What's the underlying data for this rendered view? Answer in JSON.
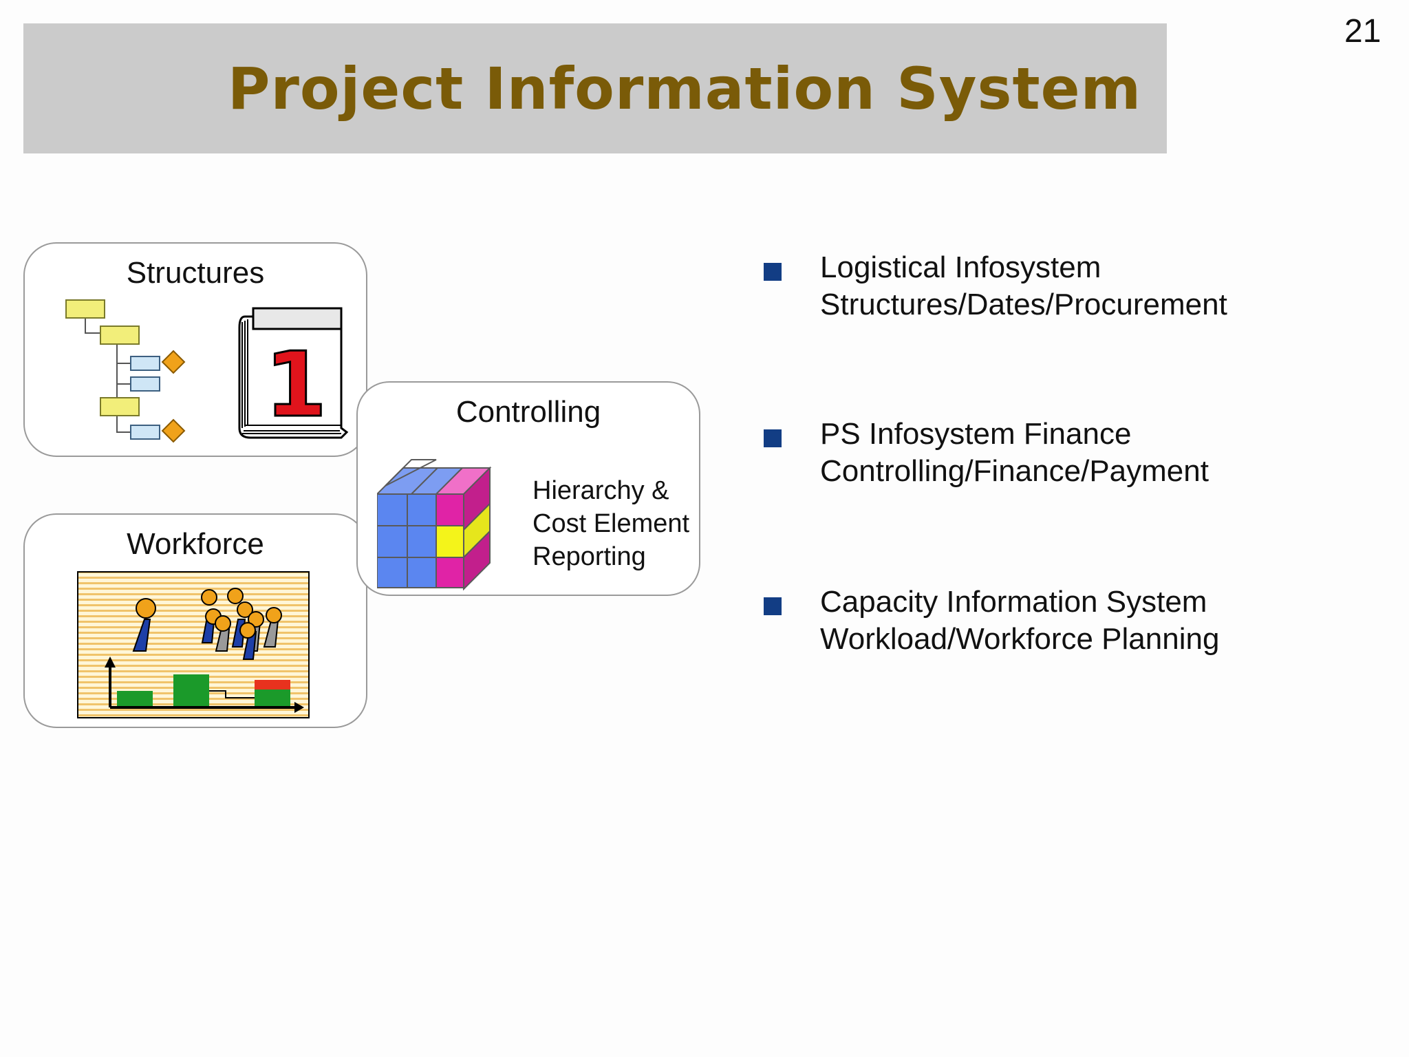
{
  "slide": {
    "title": "Project Information System",
    "page_number": "21"
  },
  "panels": {
    "structures": {
      "title": "Structures",
      "calendar_digit": "1"
    },
    "workforce": {
      "title": "Workforce"
    },
    "controlling": {
      "title": "Controlling",
      "caption_lines": [
        "Hierarchy &",
        "Cost Element",
        "Reporting"
      ]
    }
  },
  "icons": {
    "structures": [
      "hierarchy-tree-icon",
      "calendar-icon"
    ],
    "workforce": [
      "capacity-chart-icon"
    ],
    "controlling": [
      "data-cube-icon"
    ]
  },
  "bullets": [
    {
      "line1": "Logistical Infosystem",
      "line2": "Structures/Dates/Procurement"
    },
    {
      "line1": "PS Infosystem Finance",
      "line2": "Controlling/Finance/Payment"
    },
    {
      "line1": "Capacity Information System",
      "line2": "Workload/Workforce Planning"
    }
  ],
  "colors": {
    "title_text": "#7a5b08",
    "title_bar": "#cbcbcb",
    "bullet": "#123d84"
  }
}
